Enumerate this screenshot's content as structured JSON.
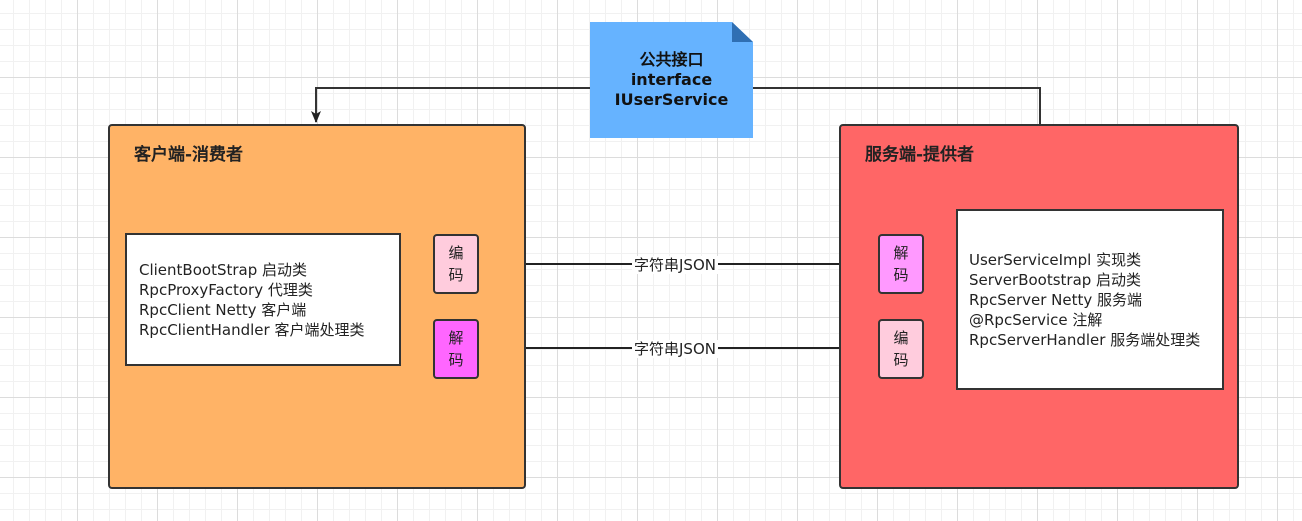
{
  "interface_note": {
    "line1": "公共接口",
    "line2": "interface",
    "line3": "IUserService"
  },
  "client": {
    "title": "客户端-消费者",
    "classes": [
      "ClientBootStrap 启动类",
      "RpcProxyFactory 代理类",
      "RpcClient Netty 客户端",
      "RpcClientHandler 客户端处理类"
    ],
    "encode": {
      "line1": "编",
      "line2": "码"
    },
    "decode": {
      "line1": "解",
      "line2": "码"
    }
  },
  "server": {
    "title": "服务端-提供者",
    "classes": [
      "UserServiceImpl 实现类",
      "ServerBootstrap 启动类",
      "RpcServer Netty 服务端",
      "@RpcService  注解",
      "RpcServerHandler 服务端处理类"
    ],
    "decode": {
      "line1": "解",
      "line2": "码"
    },
    "encode": {
      "line1": "编",
      "line2": "码"
    }
  },
  "edges": {
    "request_label": "字符串JSON",
    "response_label": "字符串JSON"
  },
  "colors": {
    "client_container": "#ffb366",
    "server_container": "#ff6666",
    "interface_note": "#66b3ff",
    "encoder": "#ffccdd",
    "decoder_client": "#ff66ff",
    "decoder_server": "#ff99ff"
  }
}
